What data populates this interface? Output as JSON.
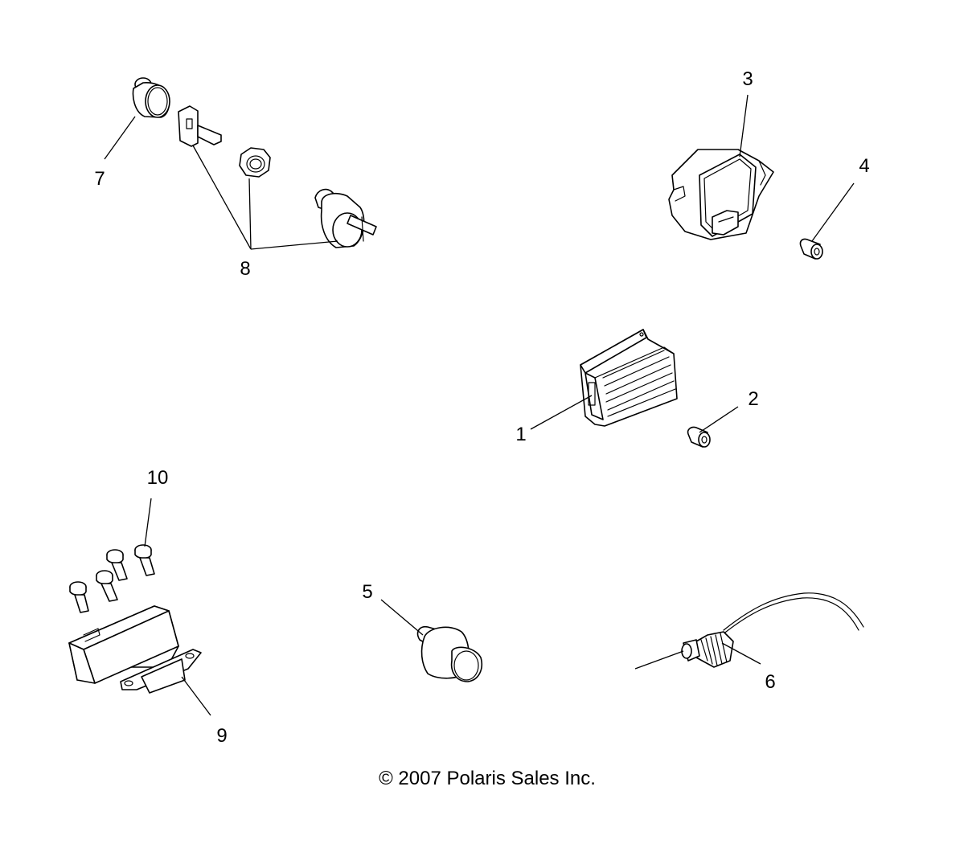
{
  "callouts": {
    "c1": "1",
    "c2": "2",
    "c3": "3",
    "c4": "4",
    "c5": "5",
    "c6": "6",
    "c7": "7",
    "c8": "8",
    "c9": "9",
    "c10": "10"
  },
  "copyright": "© 2007 Polaris Sales Inc."
}
